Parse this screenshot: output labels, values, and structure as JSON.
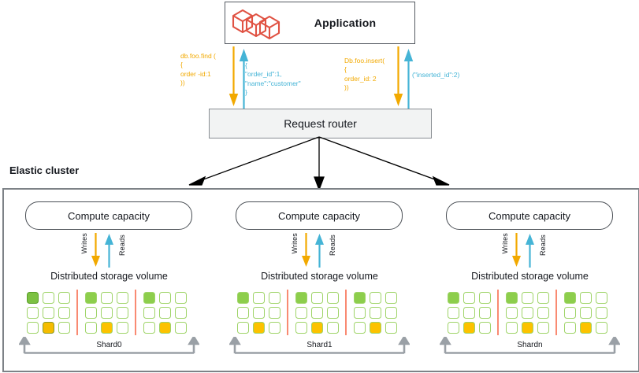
{
  "diagram": {
    "title_application": "Application",
    "router_label": "Request router",
    "cluster_label": "Elastic cluster"
  },
  "flows": [
    {
      "name": "find-query",
      "request_text": "db.foo.find (\n{\norder -id:1\n))",
      "response_text": "{\n\"order_id\":1,\n\"name\":\"customer\"\n}",
      "request_color": "#f2a900",
      "response_color": "#45b4d6"
    },
    {
      "name": "insert-query",
      "request_text": "Db.foo.insert(\n{\norder_id: 2\n))",
      "response_text": "(\"inserted_id\":2)",
      "request_color": "#f2a900",
      "response_color": "#45b4d6"
    }
  ],
  "nodes": [
    {
      "compute_label": "Compute capacity",
      "writes_label": "Writes",
      "reads_label": "Reads",
      "storage_label": "Distributed storage volume",
      "shard_label": "Shard0",
      "groups": [
        {
          "cells": [
            "green-dark",
            "empty",
            "empty",
            "empty",
            "empty",
            "empty",
            "empty",
            "amber-dark",
            "empty"
          ]
        },
        {
          "cells": [
            "green",
            "empty",
            "empty",
            "empty",
            "empty",
            "empty",
            "empty",
            "amber",
            "empty"
          ]
        },
        {
          "cells": [
            "green",
            "empty",
            "empty",
            "empty",
            "empty",
            "empty",
            "empty",
            "amber",
            "empty"
          ]
        }
      ]
    },
    {
      "compute_label": "Compute capacity",
      "writes_label": "Writes",
      "reads_label": "Reads",
      "storage_label": "Distributed storage volume",
      "shard_label": "Shard1",
      "groups": [
        {
          "cells": [
            "green",
            "empty",
            "empty",
            "empty",
            "empty",
            "empty",
            "empty",
            "amber",
            "empty"
          ]
        },
        {
          "cells": [
            "green",
            "empty",
            "empty",
            "empty",
            "empty",
            "empty",
            "empty",
            "amber",
            "empty"
          ]
        },
        {
          "cells": [
            "green",
            "empty",
            "empty",
            "empty",
            "empty",
            "empty",
            "empty",
            "amber",
            "empty"
          ]
        }
      ]
    },
    {
      "compute_label": "Compute capacity",
      "writes_label": "Writes",
      "reads_label": "Reads",
      "storage_label": "Distributed storage volume",
      "shard_label": "Shardn",
      "groups": [
        {
          "cells": [
            "green",
            "empty",
            "empty",
            "empty",
            "empty",
            "empty",
            "empty",
            "amber",
            "empty"
          ]
        },
        {
          "cells": [
            "green",
            "empty",
            "empty",
            "empty",
            "empty",
            "empty",
            "empty",
            "amber",
            "empty"
          ]
        },
        {
          "cells": [
            "green",
            "empty",
            "empty",
            "empty",
            "empty",
            "empty",
            "empty",
            "amber",
            "empty"
          ]
        }
      ]
    }
  ],
  "colors": {
    "app_icon": "#e05243",
    "writes_arrow": "#f2a900",
    "reads_arrow": "#45b4d6",
    "cell_green": "#8dce4c",
    "cell_amber": "#fcc200",
    "divider": "#f98a72",
    "cluster_border": "#7d8287",
    "router_fill": "#f2f3f3"
  },
  "icons": {
    "application": "cubes-icon"
  }
}
